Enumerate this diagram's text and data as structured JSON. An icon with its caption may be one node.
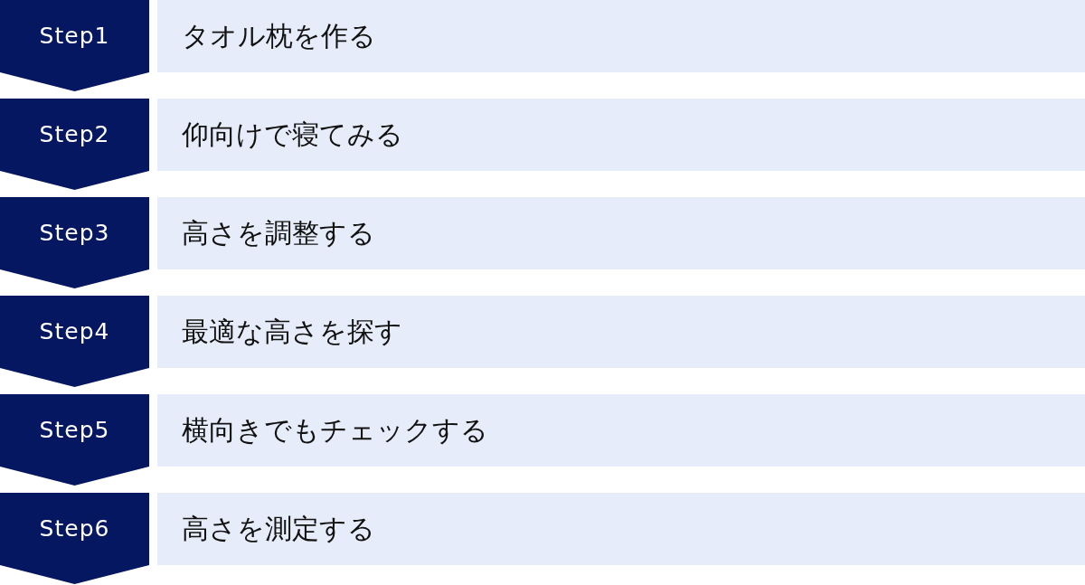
{
  "diagram": {
    "nodes": [
      {
        "text": [
          "Step1"
        ]
      },
      {
        "text": [
          "タオル枕を作る"
        ]
      },
      {
        "text": [
          "Step2"
        ]
      },
      {
        "text": [
          "仰向けで寝てみる"
        ]
      },
      {
        "text": [
          "Step3"
        ]
      },
      {
        "text": [
          "高さを調整する"
        ]
      },
      {
        "text": [
          "Step4"
        ]
      },
      {
        "text": [
          "最適な高さを探す"
        ]
      },
      {
        "text": [
          "Step5"
        ]
      },
      {
        "text": [
          "横向きでもチェックする"
        ]
      },
      {
        "text": [
          "Step6"
        ]
      },
      {
        "text": [
          "高さを測定する"
        ]
      }
    ]
  }
}
